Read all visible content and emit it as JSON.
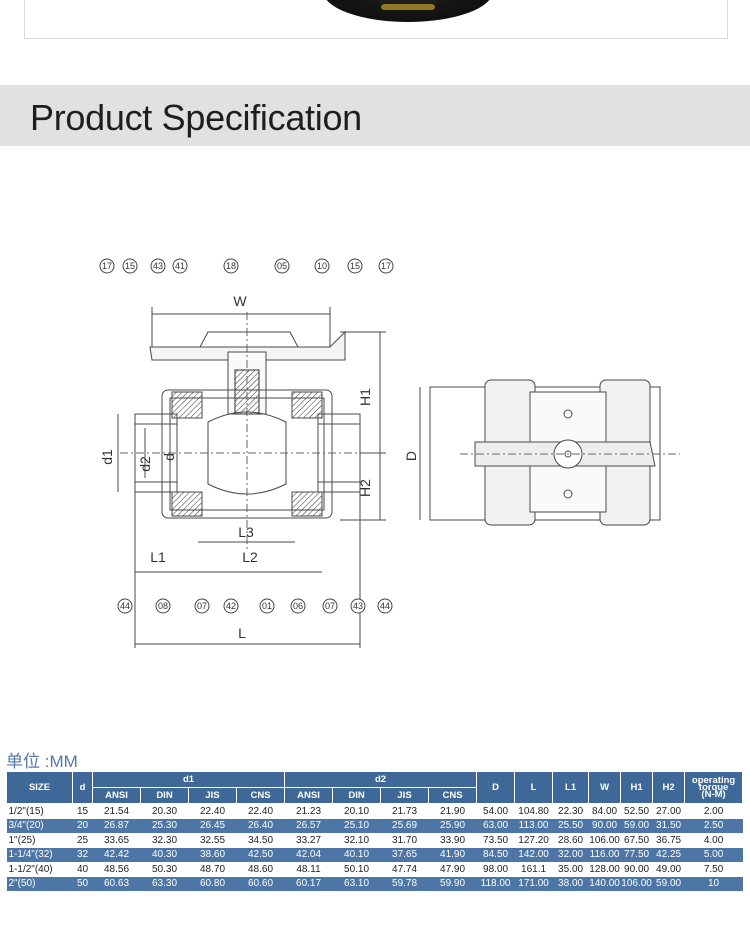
{
  "banner": {
    "title": "Product Specification"
  },
  "drawing": {
    "top_callouts": [
      "17",
      "15",
      "43",
      "41",
      "18",
      "05",
      "10",
      "15",
      "17"
    ],
    "bottom_callouts": [
      "44",
      "08",
      "07",
      "42",
      "01",
      "06",
      "07",
      "43",
      "44"
    ],
    "dims": {
      "w": "W",
      "h1": "H1",
      "h2": "H2",
      "d1": "d1",
      "d2": "d2",
      "d": "d",
      "l1": "L1",
      "l2": "L2",
      "l3": "L3",
      "l": "L",
      "d_big": "D"
    }
  },
  "spec": {
    "unit_label": "单位 :MM",
    "headers": {
      "size": "SIZE",
      "d": "d",
      "d1": "d1",
      "d2": "d2",
      "D": "D",
      "L": "L",
      "L1": "L1",
      "W": "W",
      "H1": "H1",
      "H2": "H2",
      "torque_line1": "operating",
      "torque_line2": "torque",
      "torque_unit": "(N-M)",
      "ansi": "ANSI",
      "din": "DIN",
      "jis": "JIS",
      "cns": "CNS"
    },
    "rows": [
      [
        "1/2\"(15)",
        "15",
        "21.54",
        "20.30",
        "22.40",
        "22.40",
        "21.23",
        "20.10",
        "21.73",
        "21.90",
        "54.00",
        "104.80",
        "22.30",
        "84.00",
        "52.50",
        "27.00",
        "2.00"
      ],
      [
        "3/4\"(20)",
        "20",
        "26.87",
        "25.30",
        "26.45",
        "26.40",
        "26.57",
        "25.10",
        "25.69",
        "25.90",
        "63.00",
        "113.00",
        "25.50",
        "90.00",
        "59.00",
        "31.50",
        "2.50"
      ],
      [
        "1\"(25)",
        "25",
        "33.65",
        "32.30",
        "32.55",
        "34.50",
        "33.27",
        "32.10",
        "31.70",
        "33.90",
        "73.50",
        "127.20",
        "28.60",
        "106.00",
        "67.50",
        "36.75",
        "4.00"
      ],
      [
        "1-1/4\"(32)",
        "32",
        "42.42",
        "40.30",
        "38.60",
        "42.50",
        "42.04",
        "40.10",
        "37.65",
        "41.90",
        "84.50",
        "142.00",
        "32.00",
        "116.00",
        "77.50",
        "42.25",
        "5.00"
      ],
      [
        "1-1/2\"(40)",
        "40",
        "48.56",
        "50.30",
        "48.70",
        "48.60",
        "48.11",
        "50.10",
        "47.74",
        "47.90",
        "98.00",
        "161.1",
        "35.00",
        "128.00",
        "90.00",
        "49.00",
        "7.50"
      ],
      [
        "2\"(50)",
        "50",
        "60.63",
        "63.30",
        "60.80",
        "60.60",
        "60.17",
        "63.10",
        "59.78",
        "59.90",
        "118.00",
        "171.00",
        "38.00",
        "140.00",
        "106.00",
        "59.00",
        "10"
      ]
    ]
  }
}
